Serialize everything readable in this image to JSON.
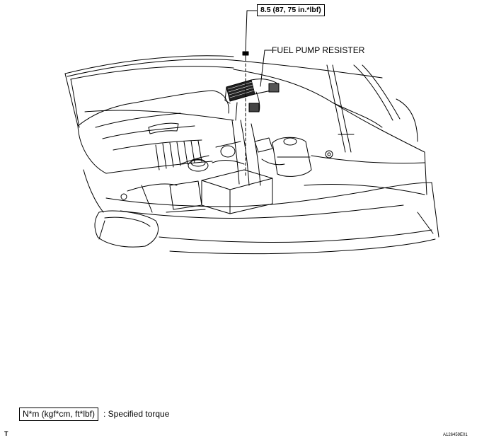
{
  "torque_spec": "8.5 (87, 75 in.*lbf)",
  "component_label": "FUEL PUMP RESISTER",
  "legend": {
    "unit_box": "N*m (kgf*cm, ft*lbf)",
    "description": ": Specified torque"
  },
  "corner_mark": "T",
  "figure_id": "A126459E01"
}
